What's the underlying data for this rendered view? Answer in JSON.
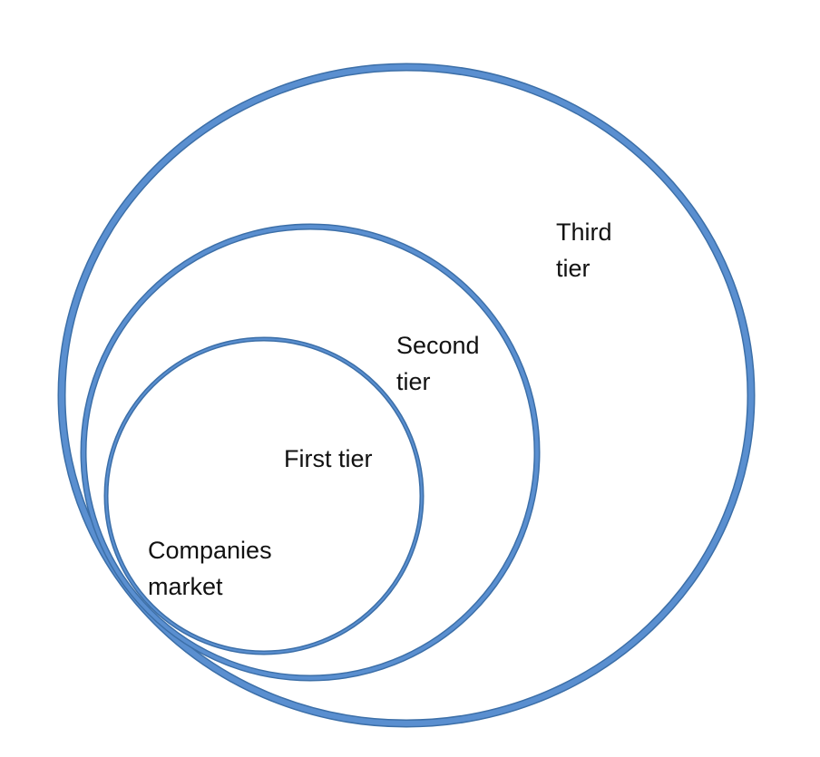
{
  "colors": {
    "ring_outline": "#3c6fa8",
    "ring_fill": "#5a8fd0"
  },
  "labels": {
    "third_tier": "Third\ntier",
    "second_tier": "Second\ntier",
    "first_tier": "First tier",
    "companies_market": "Companies\nmarket"
  }
}
